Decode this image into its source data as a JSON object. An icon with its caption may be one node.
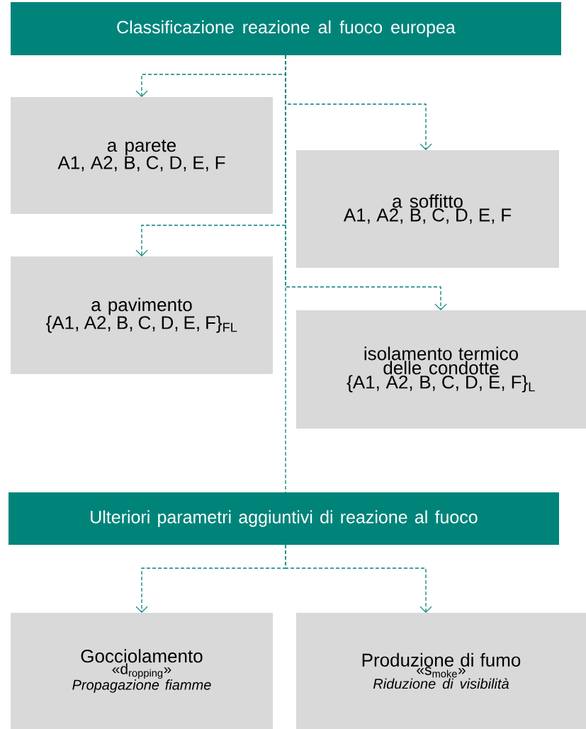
{
  "diagram": {
    "nodes": [
      {
        "text": [
          "Classificazione reazione al fuoco europea"
        ]
      },
      {
        "text": [
          "a parete",
          "A1, A2, B, C, D, E, F"
        ]
      },
      {
        "text": [
          "a soffitto",
          "A1, A2, B, C, D, E, F"
        ]
      },
      {
        "text": [
          "a pavimento",
          "{A1, A2, B, C, D, E, F}$_{FL}$"
        ]
      },
      {
        "text": [
          "isolamento termico delle condotte",
          "{A1, A2, B, C, D, E, F}$_{L}$"
        ]
      },
      {
        "text": [
          "Ulteriori parametri aggiuntivi di reazione al fuoco"
        ]
      },
      {
        "text": [
          "Gocciolamento",
          "«d$_{ropping}$»",
          "Propagazione fiamme"
        ]
      },
      {
        "text": [
          "Produzione di fumo",
          "«s$_{moke}$»",
          "Riduzione di visibilità"
        ]
      }
    ],
    "edges": [
      {
        "from": 0,
        "to": 1,
        "arrow": "to",
        "style": "dashed"
      },
      {
        "from": 0,
        "to": 2,
        "arrow": "to",
        "style": "dashed"
      },
      {
        "from": 0,
        "to": 3,
        "arrow": "to",
        "style": "dashed"
      },
      {
        "from": 0,
        "to": 4,
        "arrow": "to",
        "style": "dashed"
      },
      {
        "from": 0,
        "to": 5,
        "arrow": "none",
        "style": "dashed"
      },
      {
        "from": 5,
        "to": 6,
        "arrow": "to",
        "style": "dashed"
      },
      {
        "from": 5,
        "to": 7,
        "arrow": "to",
        "style": "dashed"
      }
    ]
  }
}
